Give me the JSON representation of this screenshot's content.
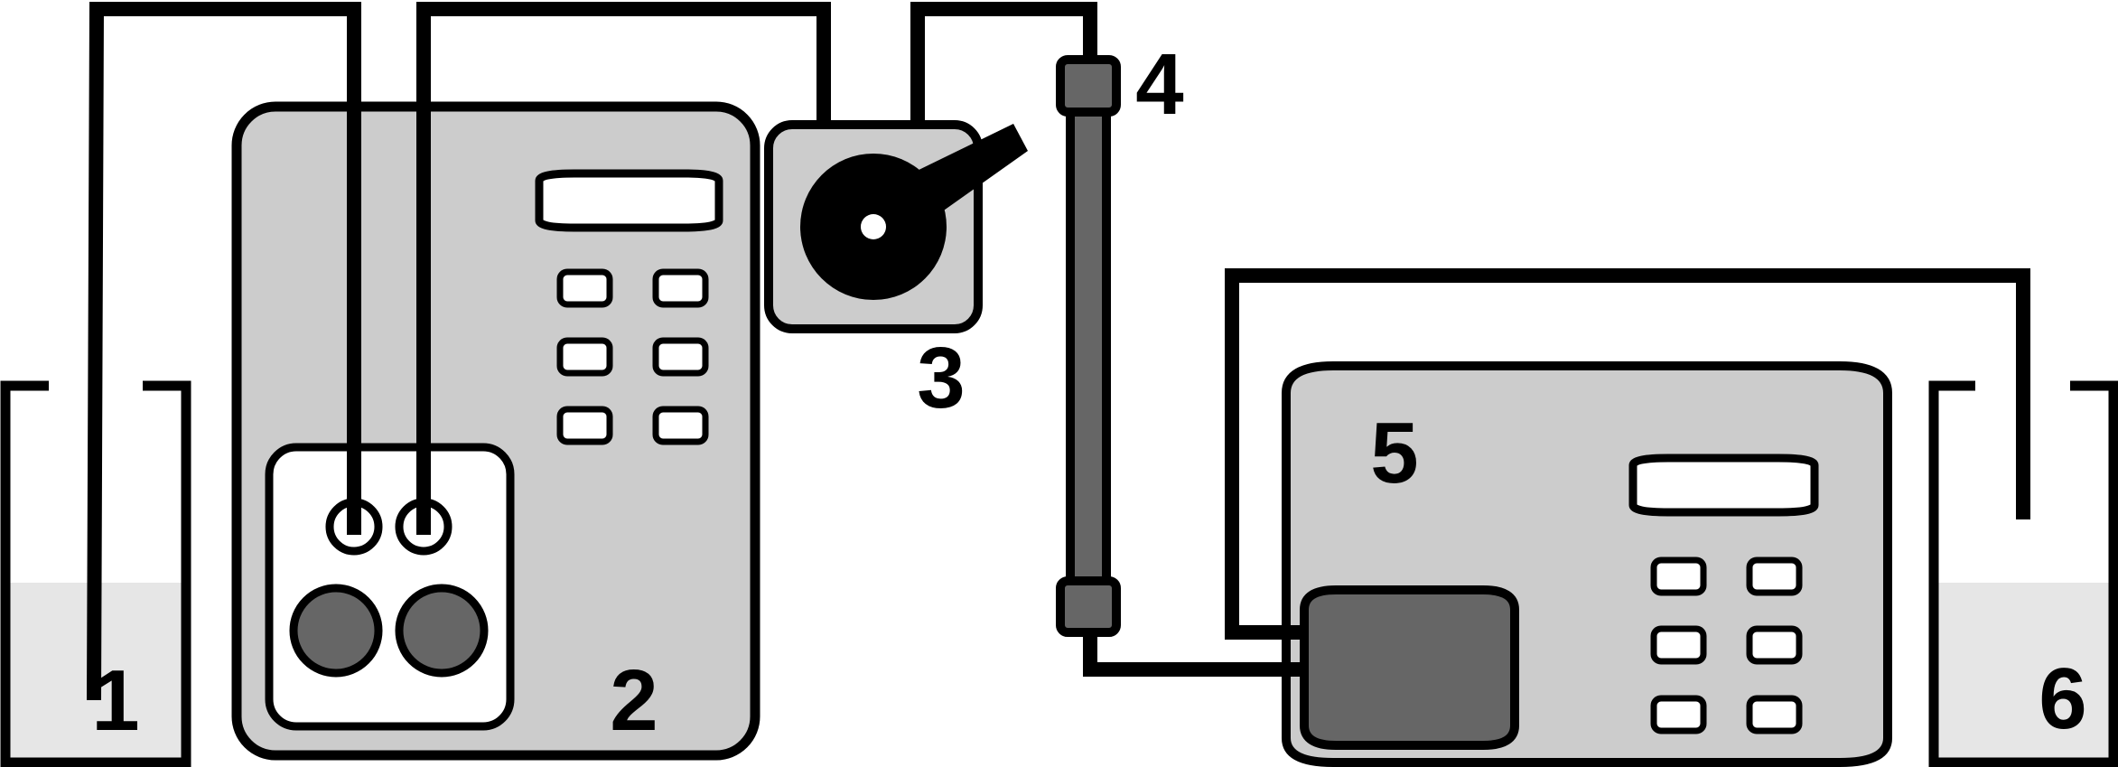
{
  "colors": {
    "outline": "#000000",
    "device_body": "#cccccc",
    "knob_dark": "#666666",
    "liquid": "#e6e6e6",
    "white": "#ffffff"
  },
  "labels": {
    "vessel_left": "1",
    "pump_unit": "2",
    "valve": "3",
    "column": "4",
    "detector": "5",
    "vessel_right": "6"
  }
}
